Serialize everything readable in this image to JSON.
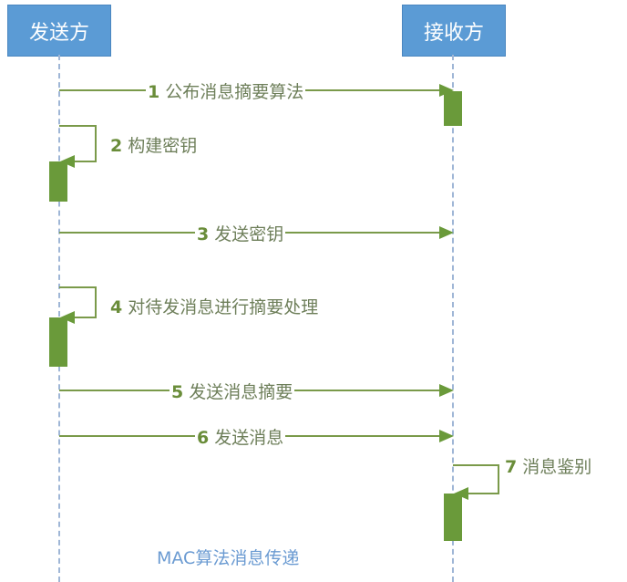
{
  "title": "MAC算法消息传递",
  "actors": {
    "sender": "发送方",
    "receiver": "接收方"
  },
  "colors": {
    "actor_fill": "#5b9bd5",
    "arrow": "#7a9a4a",
    "activation": "#6a9a3a",
    "lifeline": "#9fb6d6",
    "caption": "#6b9bd2"
  },
  "messages": [
    {
      "num": "1",
      "text": "公布消息摘要算法",
      "from": "sender",
      "to": "receiver"
    },
    {
      "num": "2",
      "text": "构建密钥",
      "from": "sender",
      "to": "sender"
    },
    {
      "num": "3",
      "text": "发送密钥",
      "from": "sender",
      "to": "receiver"
    },
    {
      "num": "4",
      "text": "对待发消息进行摘要处理",
      "from": "sender",
      "to": "sender"
    },
    {
      "num": "5",
      "text": "发送消息摘要",
      "from": "sender",
      "to": "receiver"
    },
    {
      "num": "6",
      "text": "发送消息",
      "from": "sender",
      "to": "receiver"
    },
    {
      "num": "7",
      "text": "消息鉴别",
      "from": "receiver",
      "to": "receiver"
    }
  ]
}
